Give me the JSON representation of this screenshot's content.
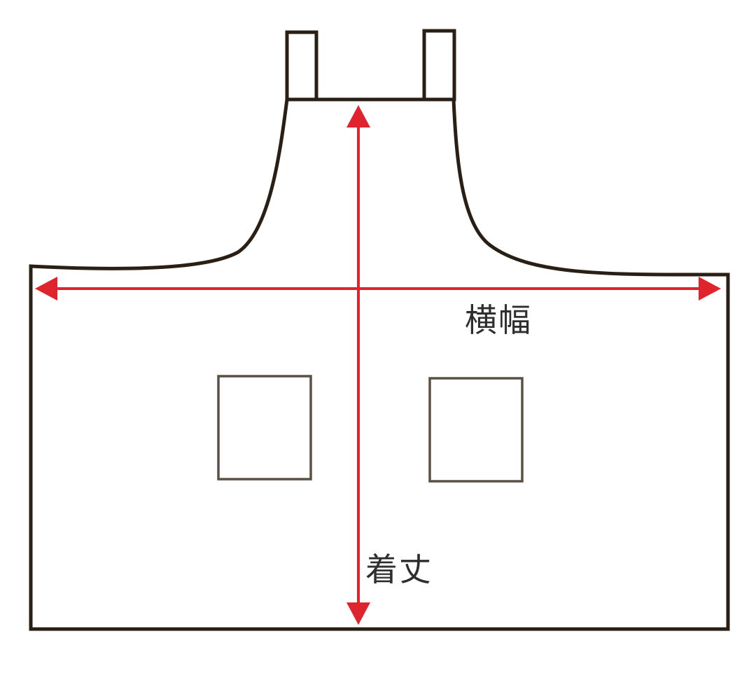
{
  "diagram": {
    "subject": "apron",
    "colors": {
      "outline": "#2a1f14",
      "pocket_outline": "#5a5044",
      "measure_arrow": "#e0242e",
      "label_text": "#2e2e2e",
      "background": "#ffffff"
    },
    "measurements": [
      {
        "id": "width",
        "label": "横幅",
        "direction": "horizontal",
        "meaning": "width"
      },
      {
        "id": "length",
        "label": "着丈",
        "direction": "vertical",
        "meaning": "length"
      }
    ],
    "parts": [
      {
        "id": "left-neck-strap"
      },
      {
        "id": "right-neck-strap"
      },
      {
        "id": "bib"
      },
      {
        "id": "body"
      },
      {
        "id": "left-pocket"
      },
      {
        "id": "right-pocket"
      }
    ]
  }
}
